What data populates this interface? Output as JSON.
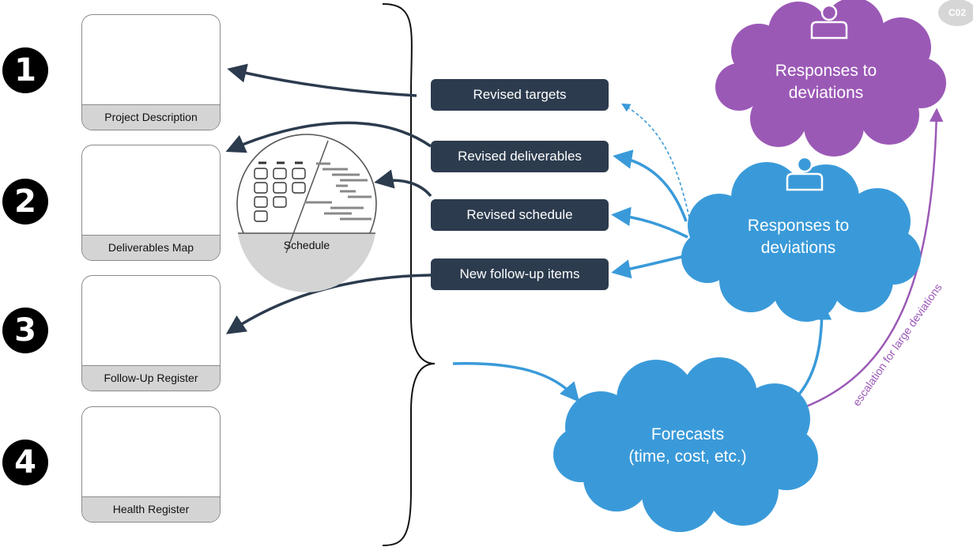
{
  "badge": "C02",
  "steps": [
    "1",
    "2",
    "3",
    "4"
  ],
  "cards": {
    "project_description": "Project Description",
    "deliverables_map": "Deliverables Map",
    "schedule": "Schedule",
    "follow_up_register": "Follow-Up Register",
    "health_register": "Health Register"
  },
  "actions": {
    "revised_targets": "Revised targets",
    "revised_deliverables": "Revised deliverables",
    "revised_schedule": "Revised schedule",
    "new_follow_up_items": "New follow-up items"
  },
  "clouds": {
    "forecasts_line1": "Forecasts",
    "forecasts_line2": "(time, cost, etc.)",
    "responses_line1": "Responses to",
    "responses_line2": "deviations",
    "escalated_line1": "Responses to",
    "escalated_line2": "deviations"
  },
  "escalation_label": "escalation for large deviations",
  "colors": {
    "dark_navy": "#2c3b4e",
    "blue": "#3a9ad9",
    "purple": "#9b59b6",
    "gray": "#d4d4d4"
  }
}
